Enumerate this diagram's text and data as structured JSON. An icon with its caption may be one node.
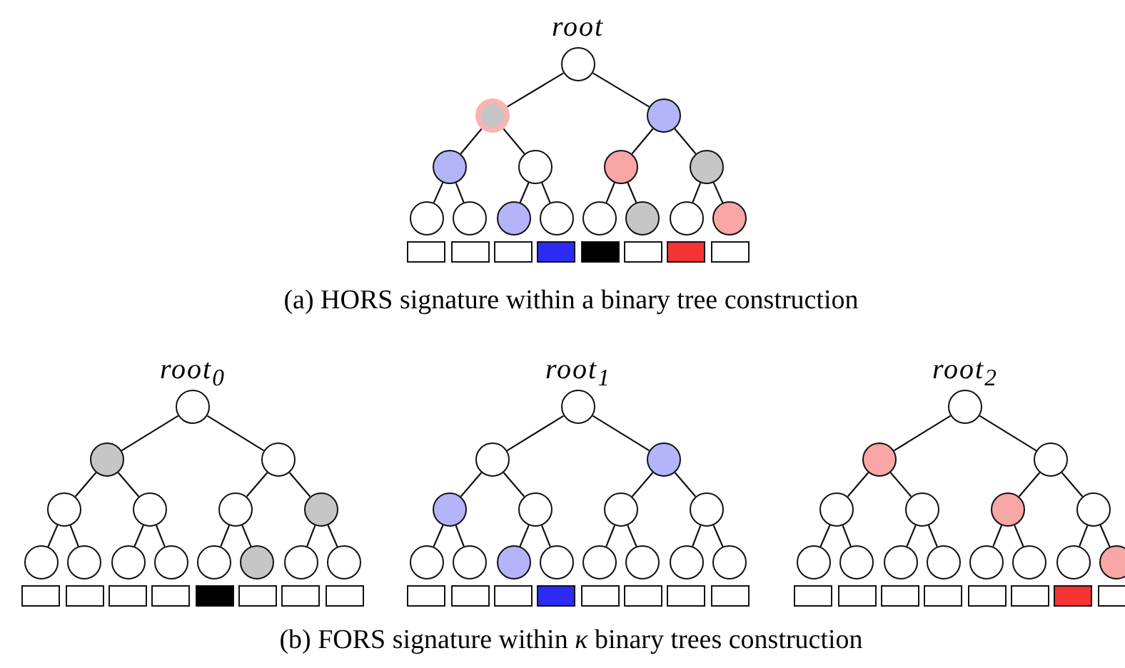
{
  "diagram": {
    "nodes": [
      {
        "text": [
          "root"
        ]
      },
      {
        "text": [],
        "shape": "circle"
      },
      {
        "text": [],
        "shape": "circle"
      },
      {
        "text": [],
        "shape": "circle"
      },
      {
        "text": [],
        "shape": "circle"
      },
      {
        "text": [],
        "shape": "circle"
      },
      {
        "text": [],
        "shape": "circle"
      },
      {
        "text": [],
        "shape": "circle"
      },
      {
        "text": [],
        "shape": "circle"
      },
      {
        "text": [],
        "shape": "circle"
      },
      {
        "text": [],
        "shape": "circle"
      },
      {
        "text": [],
        "shape": "circle"
      },
      {
        "text": [],
        "shape": "circle"
      },
      {
        "text": [],
        "shape": "circle"
      },
      {
        "text": [],
        "shape": "circle"
      },
      {
        "text": [],
        "shape": "box"
      },
      {
        "text": [],
        "shape": "box"
      },
      {
        "text": [],
        "shape": "box"
      },
      {
        "text": [],
        "shape": "box"
      },
      {
        "text": [],
        "shape": "box"
      },
      {
        "text": [],
        "shape": "box"
      },
      {
        "text": [],
        "shape": "box"
      },
      {
        "text": [],
        "shape": "box"
      },
      {
        "text": [
          "*root*$_{0}$"
        ]
      },
      {
        "text": [],
        "shape": "circle"
      },
      {
        "text": [],
        "shape": "circle"
      },
      {
        "text": [],
        "shape": "circle"
      },
      {
        "text": [],
        "shape": "circle"
      },
      {
        "text": [],
        "shape": "circle"
      },
      {
        "text": [],
        "shape": "circle"
      },
      {
        "text": [],
        "shape": "circle"
      },
      {
        "text": [],
        "shape": "circle"
      },
      {
        "text": [],
        "shape": "circle"
      },
      {
        "text": [],
        "shape": "circle"
      },
      {
        "text": [],
        "shape": "circle"
      },
      {
        "text": [],
        "shape": "circle"
      },
      {
        "text": [],
        "shape": "circle"
      },
      {
        "text": [],
        "shape": "circle"
      },
      {
        "text": [],
        "shape": "box"
      },
      {
        "text": [],
        "shape": "box"
      },
      {
        "text": [],
        "shape": "box"
      },
      {
        "text": [],
        "shape": "box"
      },
      {
        "text": [],
        "shape": "box"
      },
      {
        "text": [],
        "shape": "box"
      },
      {
        "text": [],
        "shape": "box"
      },
      {
        "text": [],
        "shape": "box"
      },
      {
        "text": [
          "*root*$_{1}$"
        ]
      },
      {
        "text": [],
        "shape": "circle"
      },
      {
        "text": [],
        "shape": "circle"
      },
      {
        "text": [],
        "shape": "circle"
      },
      {
        "text": [],
        "shape": "circle"
      },
      {
        "text": [],
        "shape": "circle"
      },
      {
        "text": [],
        "shape": "circle"
      },
      {
        "text": [],
        "shape": "circle"
      },
      {
        "text": [],
        "shape": "circle"
      },
      {
        "text": [],
        "shape": "circle"
      },
      {
        "text": [],
        "shape": "circle"
      },
      {
        "text": [],
        "shape": "circle"
      },
      {
        "text": [],
        "shape": "circle"
      },
      {
        "text": [],
        "shape": "circle"
      },
      {
        "text": [],
        "shape": "circle"
      },
      {
        "text": [],
        "shape": "box"
      },
      {
        "text": [],
        "shape": "box"
      },
      {
        "text": [],
        "shape": "box"
      },
      {
        "text": [],
        "shape": "box"
      },
      {
        "text": [],
        "shape": "box"
      },
      {
        "text": [],
        "shape": "box"
      },
      {
        "text": [],
        "shape": "box"
      },
      {
        "text": [],
        "shape": "box"
      },
      {
        "text": [
          "*root*$_{2}$"
        ]
      },
      {
        "text": [],
        "shape": "circle"
      },
      {
        "text": [],
        "shape": "circle"
      },
      {
        "text": [],
        "shape": "circle"
      },
      {
        "text": [],
        "shape": "circle"
      },
      {
        "text": [],
        "shape": "circle"
      },
      {
        "text": [],
        "shape": "circle"
      },
      {
        "text": [],
        "shape": "circle"
      },
      {
        "text": [],
        "shape": "circle"
      },
      {
        "text": [],
        "shape": "circle"
      },
      {
        "text": [],
        "shape": "circle"
      },
      {
        "text": [],
        "shape": "circle"
      },
      {
        "text": [],
        "shape": "circle"
      },
      {
        "text": [],
        "shape": "circle"
      },
      {
        "text": [],
        "shape": "circle"
      },
      {
        "text": [],
        "shape": "box"
      },
      {
        "text": [],
        "shape": "box"
      },
      {
        "text": [],
        "shape": "box"
      },
      {
        "text": [],
        "shape": "box"
      },
      {
        "text": [],
        "shape": "box"
      },
      {
        "text": [],
        "shape": "box"
      },
      {
        "text": [],
        "shape": "box"
      },
      {
        "text": [],
        "shape": "box"
      }
    ],
    "edges": [
      {
        "from": 0,
        "to": 1,
        "arrow": "none"
      },
      {
        "from": 0,
        "to": 2,
        "arrow": "none"
      },
      {
        "from": 1,
        "to": 3,
        "arrow": "none"
      },
      {
        "from": 1,
        "to": 4,
        "arrow": "none"
      },
      {
        "from": 2,
        "to": 5,
        "arrow": "none"
      },
      {
        "from": 2,
        "to": 6,
        "arrow": "none"
      },
      {
        "from": 3,
        "to": 7,
        "arrow": "none"
      },
      {
        "from": 3,
        "to": 8,
        "arrow": "none"
      },
      {
        "from": 4,
        "to": 9,
        "arrow": "none"
      },
      {
        "from": 4,
        "to": 10,
        "arrow": "none"
      },
      {
        "from": 5,
        "to": 11,
        "arrow": "none"
      },
      {
        "from": 5,
        "to": 12,
        "arrow": "none"
      },
      {
        "from": 6,
        "to": 13,
        "arrow": "none"
      },
      {
        "from": 6,
        "to": 14,
        "arrow": "none"
      },
      {
        "from": 23,
        "to": 24,
        "arrow": "none"
      },
      {
        "from": 23,
        "to": 25,
        "arrow": "none"
      },
      {
        "from": 24,
        "to": 26,
        "arrow": "none"
      },
      {
        "from": 24,
        "to": 27,
        "arrow": "none"
      },
      {
        "from": 25,
        "to": 28,
        "arrow": "none"
      },
      {
        "from": 25,
        "to": 29,
        "arrow": "none"
      },
      {
        "from": 26,
        "to": 30,
        "arrow": "none"
      },
      {
        "from": 26,
        "to": 31,
        "arrow": "none"
      },
      {
        "from": 27,
        "to": 32,
        "arrow": "none"
      },
      {
        "from": 27,
        "to": 33,
        "arrow": "none"
      },
      {
        "from": 28,
        "to": 34,
        "arrow": "none"
      },
      {
        "from": 28,
        "to": 35,
        "arrow": "none"
      },
      {
        "from": 29,
        "to": 36,
        "arrow": "none"
      },
      {
        "from": 29,
        "to": 37,
        "arrow": "none"
      },
      {
        "from": 46,
        "to": 47,
        "arrow": "none"
      },
      {
        "from": 46,
        "to": 48,
        "arrow": "none"
      },
      {
        "from": 47,
        "to": 49,
        "arrow": "none"
      },
      {
        "from": 47,
        "to": 50,
        "arrow": "none"
      },
      {
        "from": 48,
        "to": 51,
        "arrow": "none"
      },
      {
        "from": 48,
        "to": 52,
        "arrow": "none"
      },
      {
        "from": 49,
        "to": 53,
        "arrow": "none"
      },
      {
        "from": 49,
        "to": 54,
        "arrow": "none"
      },
      {
        "from": 50,
        "to": 55,
        "arrow": "none"
      },
      {
        "from": 50,
        "to": 56,
        "arrow": "none"
      },
      {
        "from": 51,
        "to": 57,
        "arrow": "none"
      },
      {
        "from": 51,
        "to": 58,
        "arrow": "none"
      },
      {
        "from": 52,
        "to": 59,
        "arrow": "none"
      },
      {
        "from": 52,
        "to": 60,
        "arrow": "none"
      },
      {
        "from": 69,
        "to": 70,
        "arrow": "none"
      },
      {
        "from": 69,
        "to": 71,
        "arrow": "none"
      },
      {
        "from": 70,
        "to": 72,
        "arrow": "none"
      },
      {
        "from": 70,
        "to": 73,
        "arrow": "none"
      },
      {
        "from": 71,
        "to": 74,
        "arrow": "none"
      },
      {
        "from": 71,
        "to": 75,
        "arrow": "none"
      },
      {
        "from": 72,
        "to": 76,
        "arrow": "none"
      },
      {
        "from": 72,
        "to": 77,
        "arrow": "none"
      },
      {
        "from": 73,
        "to": 78,
        "arrow": "none"
      },
      {
        "from": 73,
        "to": 79,
        "arrow": "none"
      },
      {
        "from": 74,
        "to": 80,
        "arrow": "none"
      },
      {
        "from": 74,
        "to": 81,
        "arrow": "none"
      },
      {
        "from": 75,
        "to": 82,
        "arrow": "none"
      },
      {
        "from": 75,
        "to": 83,
        "arrow": "none"
      }
    ],
    "labels": [
      "(a) HORS signature within a binary tree construction",
      "(b) FORS signature within *κ* binary trees construction"
    ]
  }
}
